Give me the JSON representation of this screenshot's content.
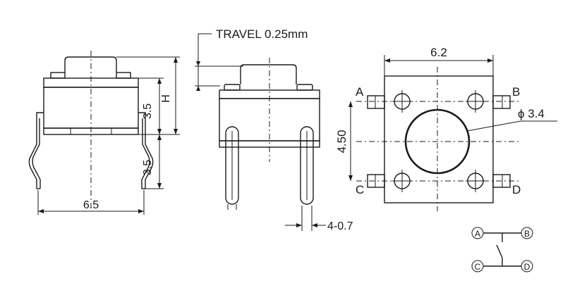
{
  "labels": {
    "travel": "TRAVEL 0.25mm",
    "height_body": "3.5",
    "height_total": "H",
    "height_pin": "3.5",
    "width_side": "6.5",
    "pin_width": "4-0.7",
    "width_top": "6.2",
    "pitch_vertical": "4.50",
    "button_diameter": "ϕ 3.4",
    "pin_a": "A",
    "pin_b": "B",
    "pin_c": "C",
    "pin_d": "D"
  },
  "schematic": {
    "node_a": "A",
    "node_b": "B",
    "node_c": "C",
    "node_d": "D"
  },
  "colors": {
    "ink": "#1a1a1a",
    "background": "#ffffff"
  }
}
